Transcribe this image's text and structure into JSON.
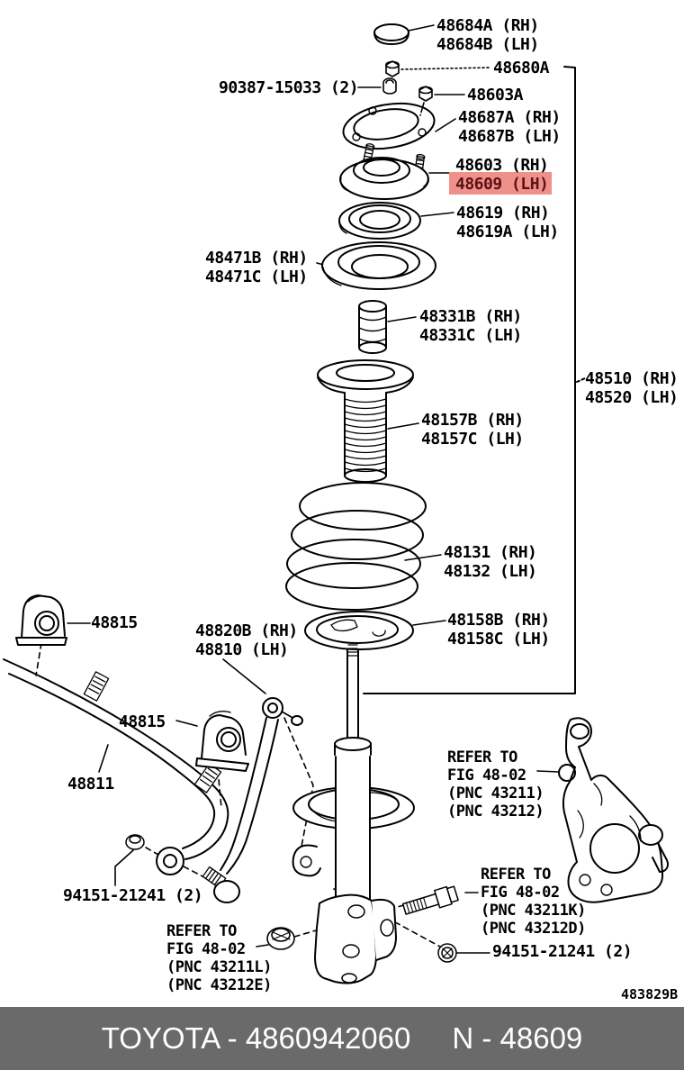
{
  "labels": {
    "p48684": {
      "lines": [
        "48684A (RH)",
        "48684B (LH)"
      ]
    },
    "p90387": {
      "lines": [
        "90387-15033 (2)"
      ]
    },
    "p48680a": {
      "lines": [
        "48680A"
      ]
    },
    "p48603a": {
      "lines": [
        "48603A"
      ]
    },
    "p48687": {
      "lines": [
        "48687A (RH)",
        "48687B (LH)"
      ]
    },
    "p48603_48609": {
      "lines": [
        "48603 (RH)",
        "48609 (LH)"
      ],
      "highlighted_line": "48609 (LH)"
    },
    "p48619": {
      "lines": [
        "48619 (RH)",
        "48619A (LH)"
      ]
    },
    "p48471": {
      "lines": [
        "48471B (RH)",
        "48471C (LH)"
      ]
    },
    "p48331": {
      "lines": [
        "48331B (RH)",
        "48331C (LH)"
      ]
    },
    "p48510": {
      "lines": [
        "48510 (RH)",
        "48520 (LH)"
      ]
    },
    "p48157": {
      "lines": [
        "48157B (RH)",
        "48157C (LH)"
      ]
    },
    "p48131": {
      "lines": [
        "48131 (RH)",
        "48132 (LH)"
      ]
    },
    "p48158": {
      "lines": [
        "48158B (RH)",
        "48158C (LH)"
      ]
    },
    "p48815_upper": {
      "lines": [
        "48815"
      ]
    },
    "p48820": {
      "lines": [
        "48820B (RH)",
        "48810 (LH)"
      ]
    },
    "p48815_lower": {
      "lines": [
        "48815"
      ]
    },
    "p48811": {
      "lines": [
        "48811"
      ]
    },
    "p94151_left": {
      "lines": [
        "94151-21241 (2)"
      ]
    },
    "p94151_right": {
      "lines": [
        "94151-21241 (2)"
      ]
    },
    "refer_knuckle_upper": {
      "lines": [
        "REFER TO",
        "FIG 48-02",
        "(PNC 43211)",
        "(PNC 43212)"
      ]
    },
    "refer_knuckle_lower": {
      "lines": [
        "REFER TO",
        "FIG 48-02",
        "(PNC 43211K)",
        "(PNC 43212D)"
      ]
    },
    "refer_strut_bracket": {
      "lines": [
        "REFER TO",
        "FIG 48-02",
        "(PNC 43211L)",
        "(PNC 43212E)"
      ]
    }
  },
  "sheet_code": "483829B",
  "highlight": {
    "bg": "#f0908a",
    "text_color": "#5a1413"
  },
  "footer": {
    "part_code": "TOYOTA - 4860942060",
    "figure_code": "N - 48609",
    "bg": "#6a6a6a"
  }
}
